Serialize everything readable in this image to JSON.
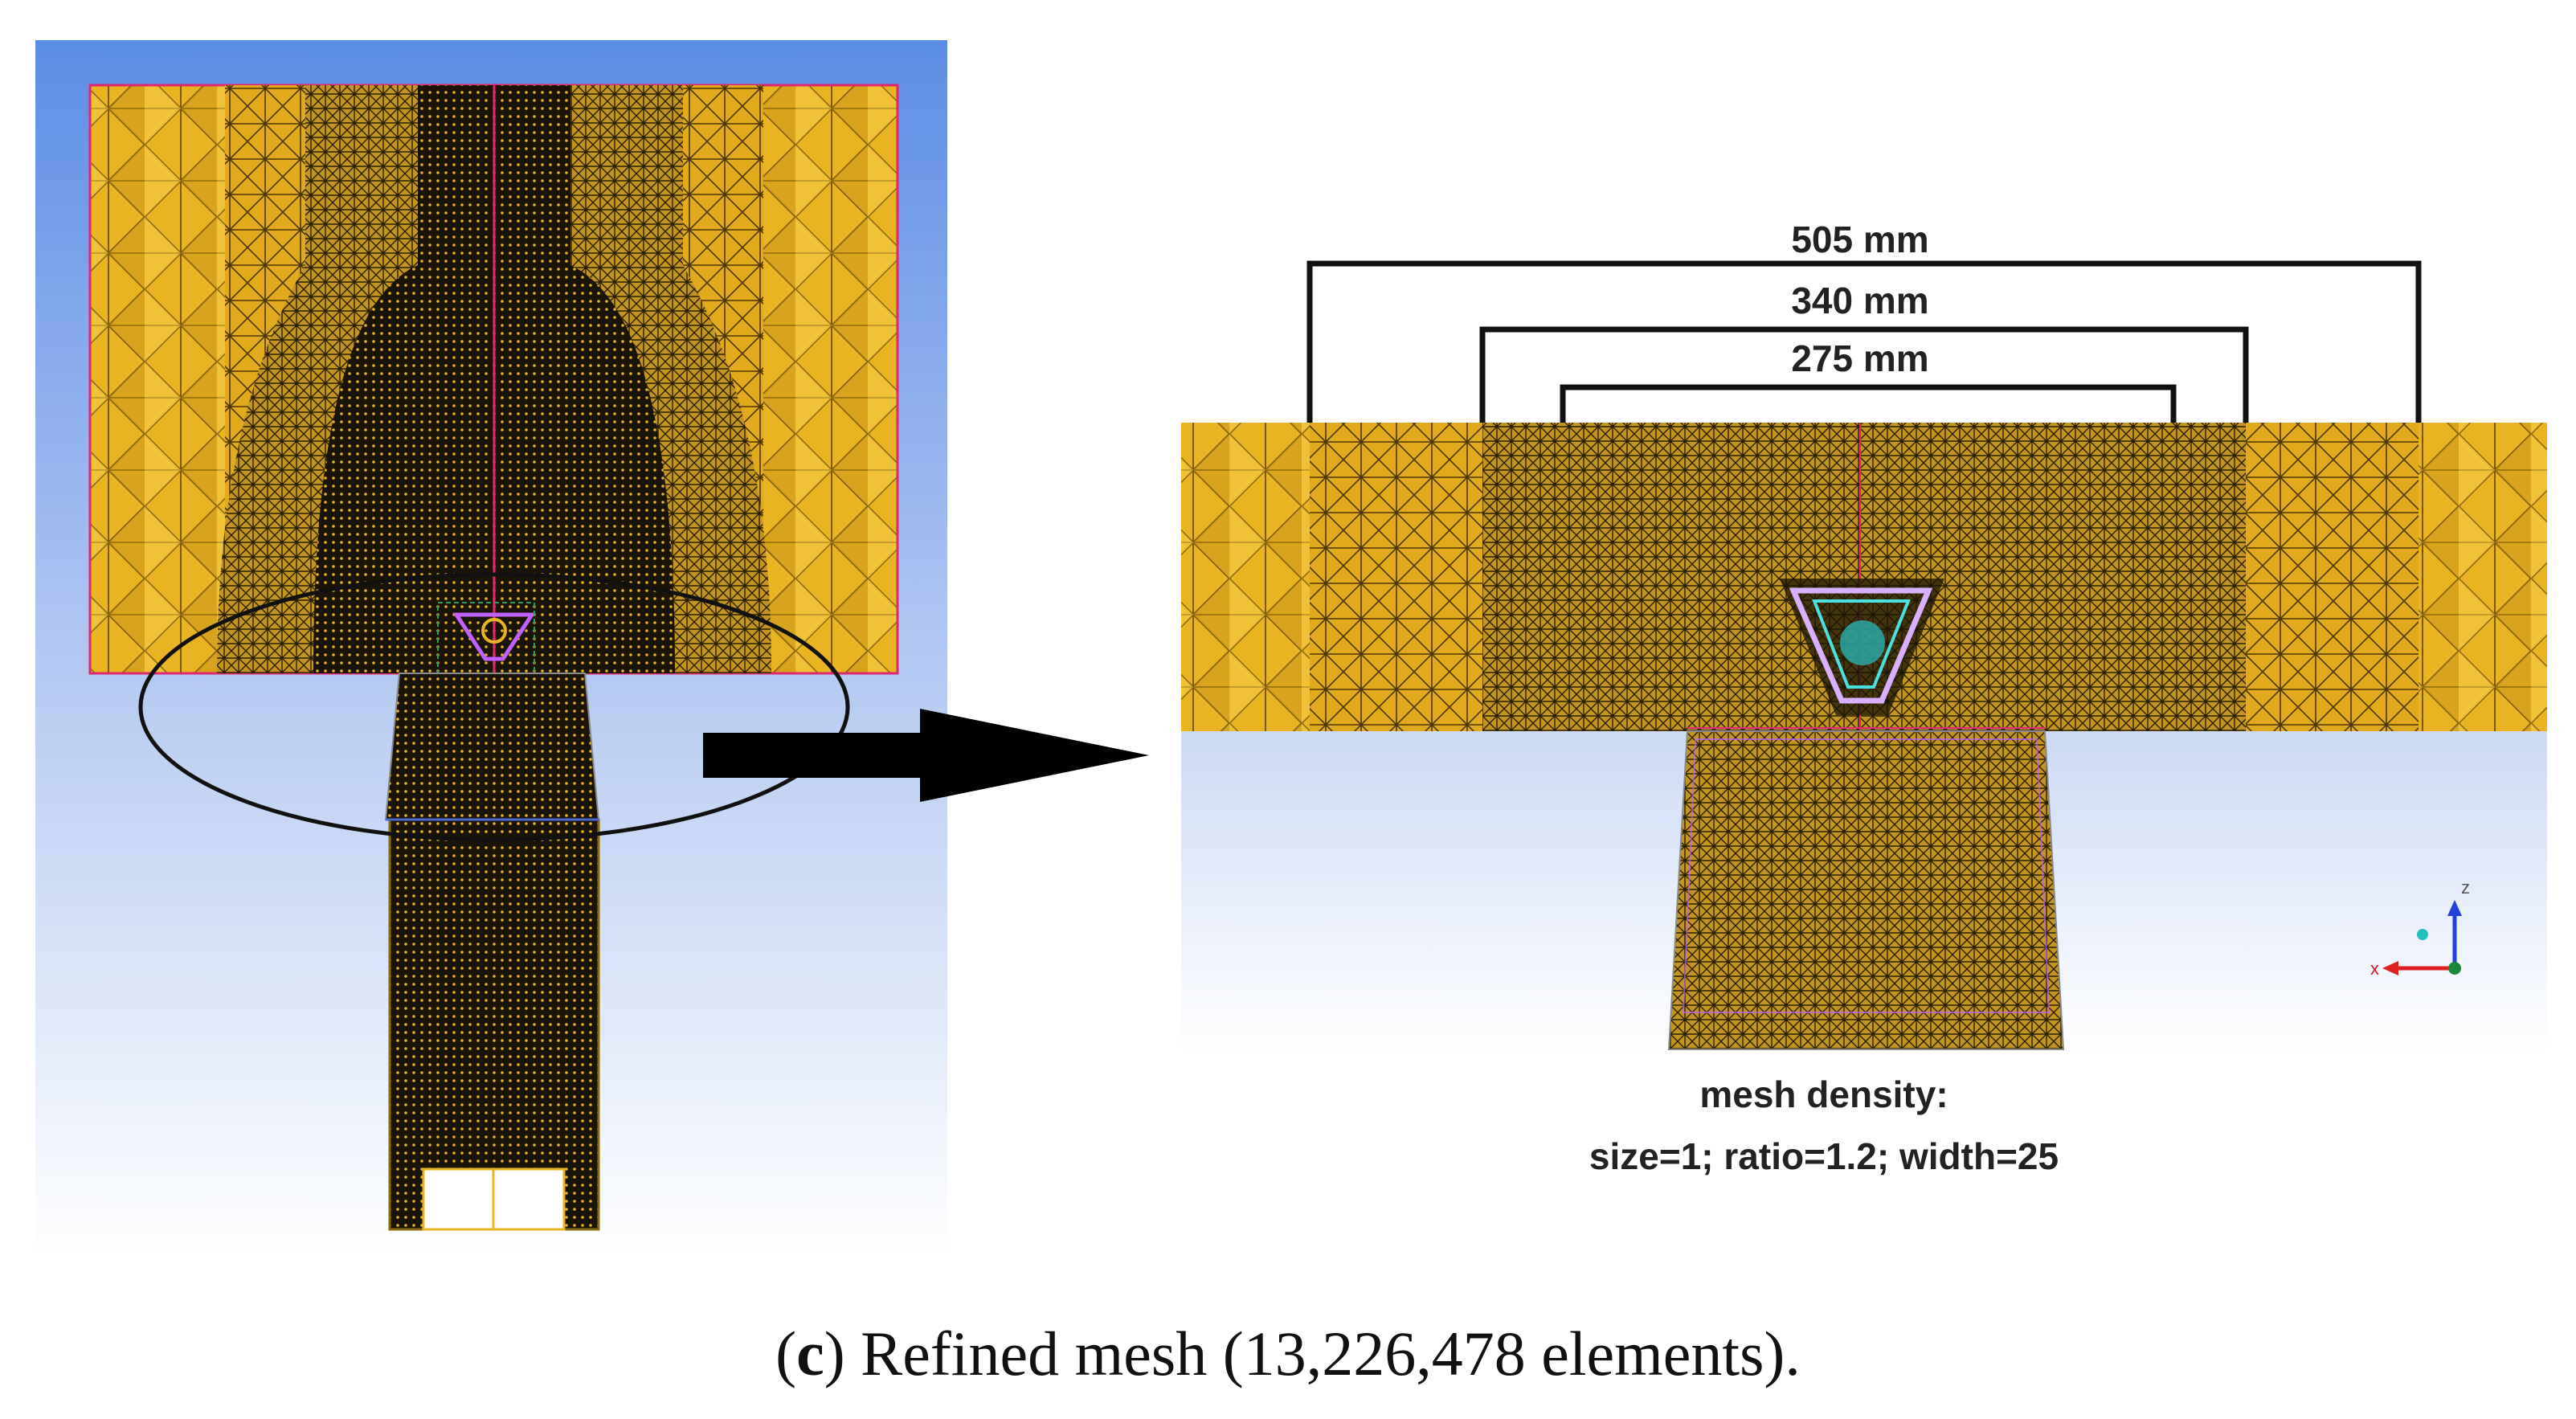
{
  "colors": {
    "mesh": "#e8b422",
    "mesh_dark": "#b8860b",
    "background_top": "#5c8de6",
    "background_bottom": "#ffffff",
    "arrow": "#000000",
    "centerline": "#e0286e",
    "part_outline": "#c060ff"
  },
  "dimensions": {
    "outer": "505 mm",
    "middle": "340 mm",
    "inner": "275 mm"
  },
  "mesh_density": {
    "title": "mesh density:",
    "params": "size=1; ratio=1.2; width=25"
  },
  "axis_triad": {
    "z": "z",
    "x": "x"
  },
  "caption": {
    "label": "c",
    "open": "(",
    "close": ")",
    "text": " Refined mesh (13,226,478 elements)."
  }
}
